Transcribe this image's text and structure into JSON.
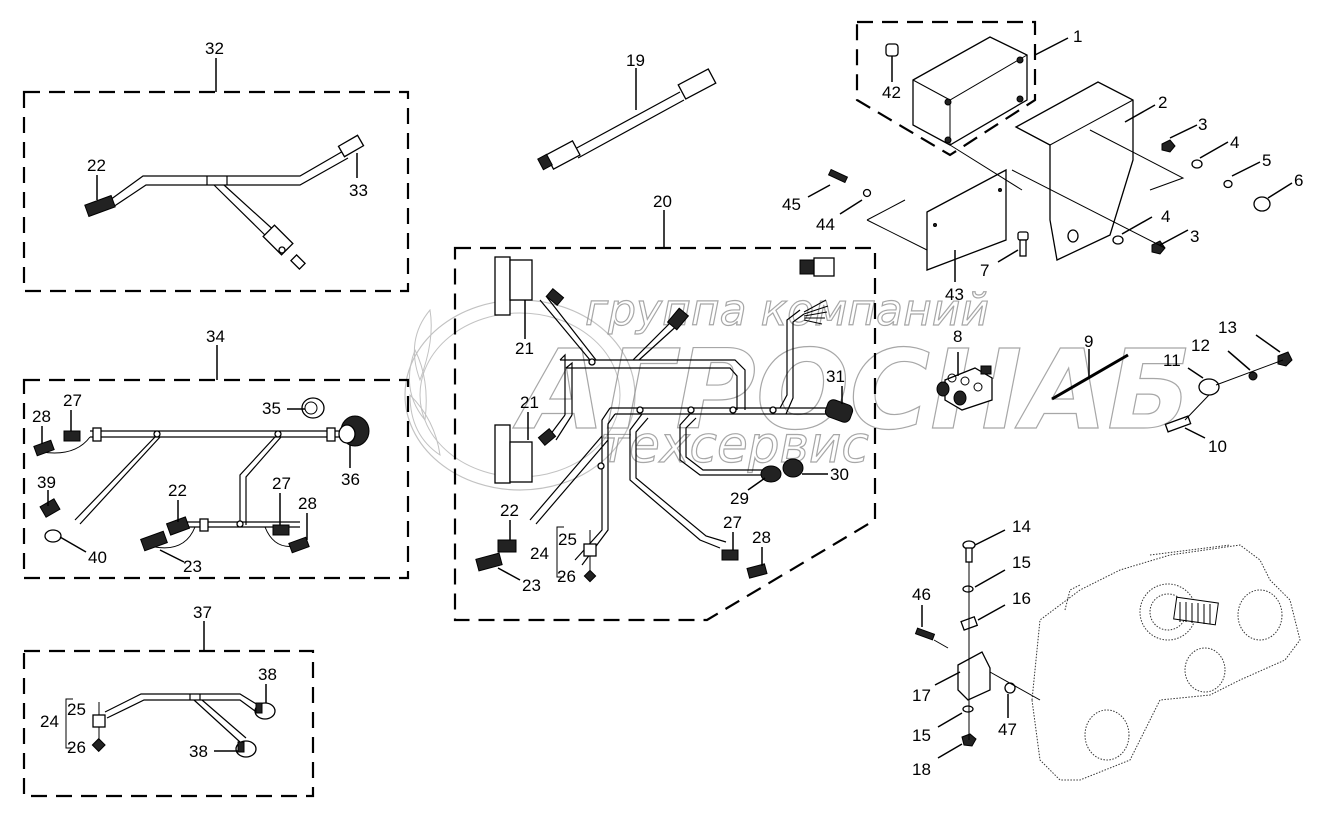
{
  "diagram": {
    "title": "Parts diagram — wiring harnesses and control box",
    "watermark": {
      "line1": "группа компаний",
      "line2": "АГРОСНАБ",
      "line3": "техсервис"
    },
    "callouts": {
      "p1": "1",
      "p2": "2",
      "p3a": "3",
      "p3b": "3",
      "p4a": "4",
      "p4b": "4",
      "p5": "5",
      "p6": "6",
      "p7": "7",
      "p8": "8",
      "p9": "9",
      "p10": "10",
      "p11": "11",
      "p12": "12",
      "p13": "13",
      "p14": "14",
      "p15a": "15",
      "p15b": "15",
      "p16": "16",
      "p17": "17",
      "p18": "18",
      "p19": "19",
      "p20": "20",
      "p21a": "21",
      "p21b": "21",
      "p22a": "22",
      "p22b": "22",
      "p22c": "22",
      "p23a": "23",
      "p23b": "23",
      "p24a": "24",
      "p24b": "24",
      "p25a": "25",
      "p25b": "25",
      "p26a": "26",
      "p26b": "26",
      "p27a": "27",
      "p27b": "27",
      "p27c": "27",
      "p28a": "28",
      "p28b": "28",
      "p28c": "28",
      "p29": "29",
      "p30": "30",
      "p31": "31",
      "p32": "32",
      "p33": "33",
      "p34": "34",
      "p35": "35",
      "p36": "36",
      "p37": "37",
      "p38a": "38",
      "p38b": "38",
      "p39": "39",
      "p40": "40",
      "p42": "42",
      "p43": "43",
      "p44": "44",
      "p45": "45",
      "p46": "46",
      "p47": "47"
    },
    "groups": [
      {
        "id": "32",
        "name": "harness-32",
        "parts": [
          "22",
          "33"
        ]
      },
      {
        "id": "34",
        "name": "harness-34",
        "parts": [
          "27",
          "28",
          "35",
          "36",
          "39",
          "40",
          "22",
          "23",
          "27",
          "28"
        ]
      },
      {
        "id": "37",
        "name": "harness-37",
        "parts": [
          "24",
          "25",
          "26",
          "38",
          "38"
        ]
      },
      {
        "id": "20",
        "name": "harness-20",
        "parts": [
          "21",
          "21",
          "22",
          "23",
          "24",
          "25",
          "26",
          "27",
          "28",
          "29",
          "30",
          "31"
        ]
      },
      {
        "id": "1",
        "name": "control-box-1",
        "parts": [
          "42"
        ]
      }
    ]
  }
}
